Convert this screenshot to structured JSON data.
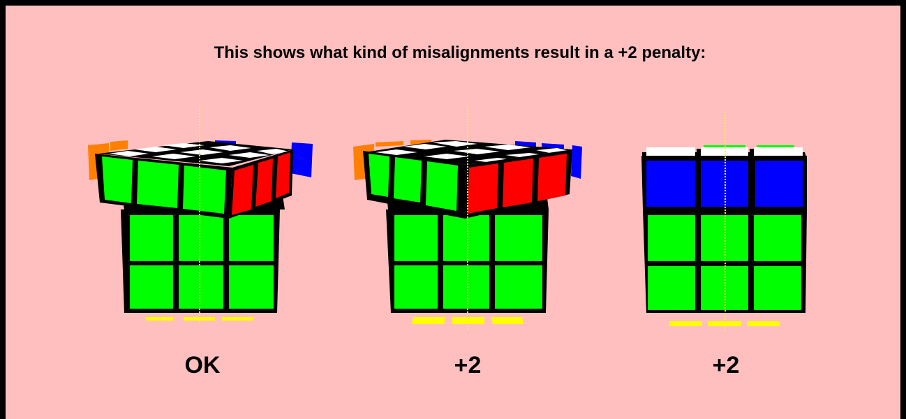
{
  "heading": "This shows what kind of misalignments result in a +2 penalty:",
  "colors": {
    "background": "#ffbfbf",
    "border": "#000000",
    "green": "#00ff00",
    "red": "#ff0000",
    "blue": "#0000ff",
    "white": "#ffffff",
    "orange": "#ff8000",
    "yellow": "#ffff00"
  },
  "figures": [
    {
      "id": "ok-example",
      "caption": "OK",
      "misalignment": "top layer turned slightly, within limit"
    },
    {
      "id": "top-layer-misaligned",
      "caption": "+2",
      "misalignment": "top layer turned too far"
    },
    {
      "id": "layer-misaligned-straight",
      "caption": "+2",
      "misalignment": "layers offset"
    }
  ]
}
